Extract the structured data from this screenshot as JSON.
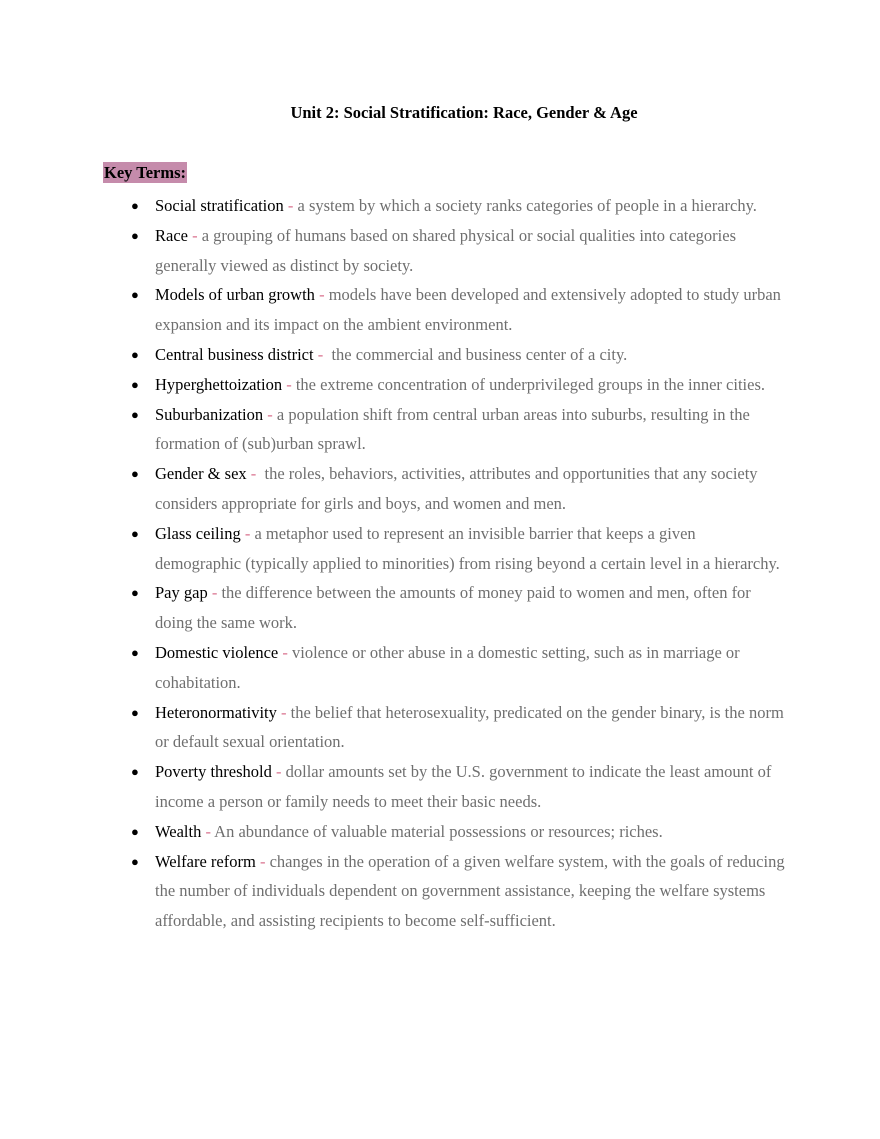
{
  "document": {
    "title": "Unit 2: Social Stratification: Race, Gender & Age",
    "section_label": "Key Terms:",
    "terms": [
      {
        "term": "Social stratification",
        "sep": " - ",
        "definition": "a system by which a society ranks categories of people in a hierarchy."
      },
      {
        "term": "Race",
        "sep": " - ",
        "definition": "a grouping of humans based on shared physical or social qualities into categories generally viewed as distinct by society."
      },
      {
        "term": "Models of urban growth",
        "sep": " - ",
        "definition": "models have been developed and extensively adopted to study urban expansion and its impact on the ambient environment."
      },
      {
        "term": "Central business district",
        "sep": " -  ",
        "definition": "the commercial and business center of a city."
      },
      {
        "term": "Hyperghettoization",
        "sep": " - ",
        "definition": "the extreme concentration of underprivileged groups in the inner cities."
      },
      {
        "term": "Suburbanization",
        "sep": " - ",
        "definition": "a population shift from central urban areas into suburbs, resulting in the formation of (sub)urban sprawl."
      },
      {
        "term": "Gender & sex",
        "sep": " -  ",
        "definition": "the roles, behaviors, activities, attributes and opportunities that any society considers appropriate for girls and boys, and women and men."
      },
      {
        "term": "Glass ceiling",
        "sep": " - ",
        "definition": "a metaphor used to represent an invisible barrier that keeps a given demographic (typically applied to minorities) from rising beyond a certain level in a hierarchy."
      },
      {
        "term": "Pay gap",
        "sep": " - ",
        "definition": "the difference between the amounts of money paid to women and men, often for doing the same work."
      },
      {
        "term": "Domestic violence",
        "sep": " - ",
        "definition": "violence or other abuse in a domestic setting, such as in marriage or cohabitation."
      },
      {
        "term": "Heteronormativity",
        "sep": " - ",
        "definition": "the belief that heterosexuality, predicated on the gender binary, is the norm or default sexual orientation."
      },
      {
        "term": "Poverty threshold",
        "sep": " - ",
        "definition": "dollar amounts set by the U.S. government to indicate the least amount of income a person or family needs to meet their basic needs."
      },
      {
        "term": "Wealth",
        "sep": " - ",
        "definition": "An abundance of valuable material possessions or resources; riches."
      },
      {
        "term": "Welfare reform",
        "sep": " - ",
        "definition": "changes in the operation of a given welfare system, with the goals of reducing the number of individuals dependent on government assistance, keeping the welfare systems affordable, and assisting recipients to become self-sufficient."
      }
    ]
  }
}
